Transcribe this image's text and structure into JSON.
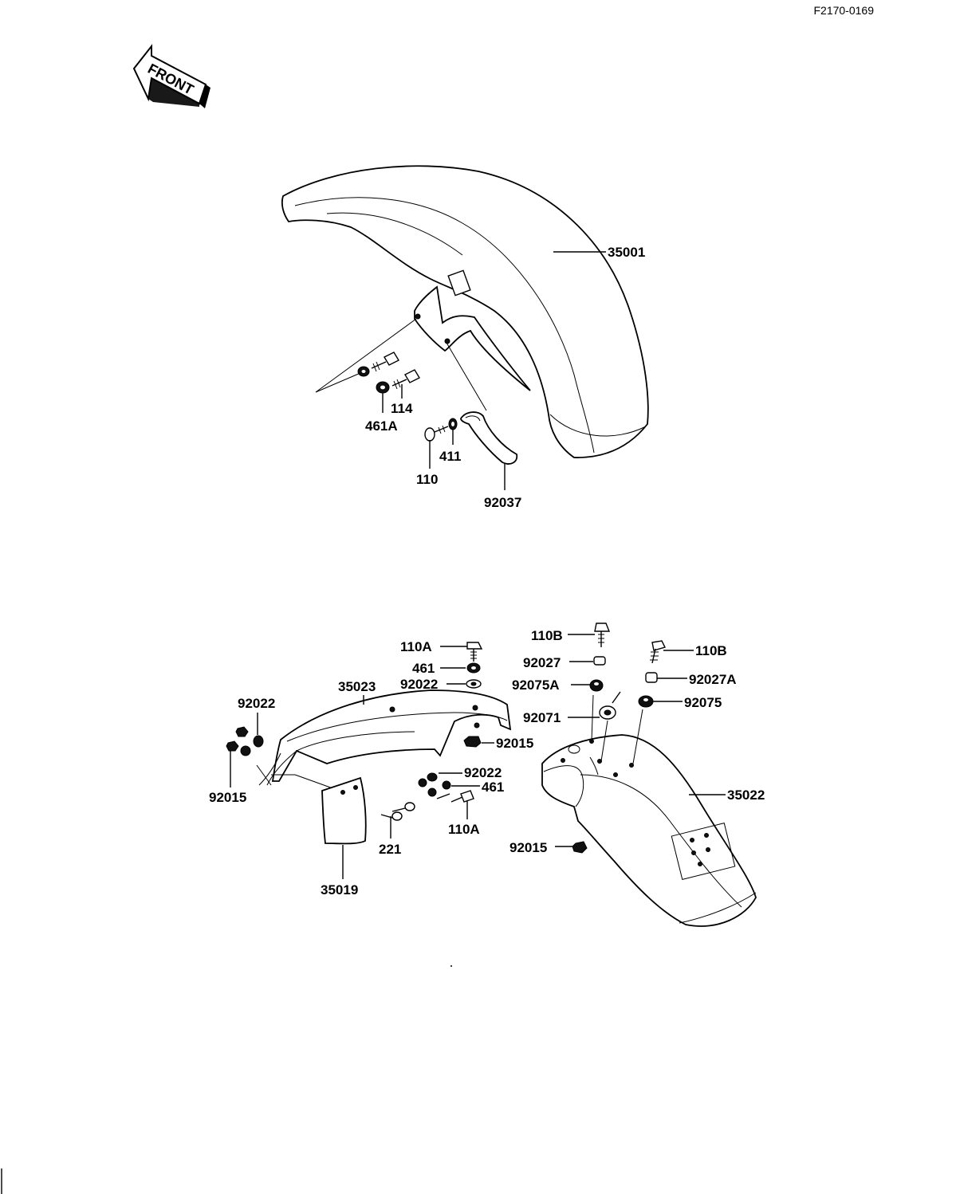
{
  "ref_code": "F2170-0169",
  "front_arrow_label": "FRONT",
  "part_labels": {
    "p35001": "35001",
    "p114": "114",
    "p461A": "461A",
    "p411": "411",
    "p110": "110",
    "p92037": "92037",
    "p110A_top": "110A",
    "p461_top": "461",
    "p92022_top": "92022",
    "p35023": "35023",
    "p92022_left": "92022",
    "p92015_left": "92015",
    "p92015_mid": "92015",
    "p92022_mid": "92022",
    "p461_mid": "461",
    "p110A_mid": "110A",
    "p221": "221",
    "p35019": "35019",
    "p110B_left": "110B",
    "p92027": "92027",
    "p92075A": "92075A",
    "p92071": "92071",
    "p110B_right": "110B",
    "p92027A": "92027A",
    "p92075": "92075",
    "p35022": "35022",
    "p92015_rear": "92015"
  }
}
